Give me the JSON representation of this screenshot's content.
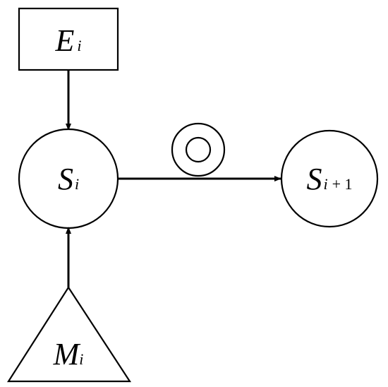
{
  "nodes": {
    "environment": {
      "letter": "E",
      "subscript": "i"
    },
    "state_current": {
      "letter": "S",
      "subscript": "i"
    },
    "state_next": {
      "letter": "S",
      "subscript_var": "i",
      "subscript_rest": "+ 1"
    },
    "measurement": {
      "letter": "M",
      "subscript": "i"
    }
  },
  "colors": {
    "stroke": "#000000",
    "background": "#ffffff"
  },
  "icons": {
    "transition_marker": "double-circle-icon"
  }
}
